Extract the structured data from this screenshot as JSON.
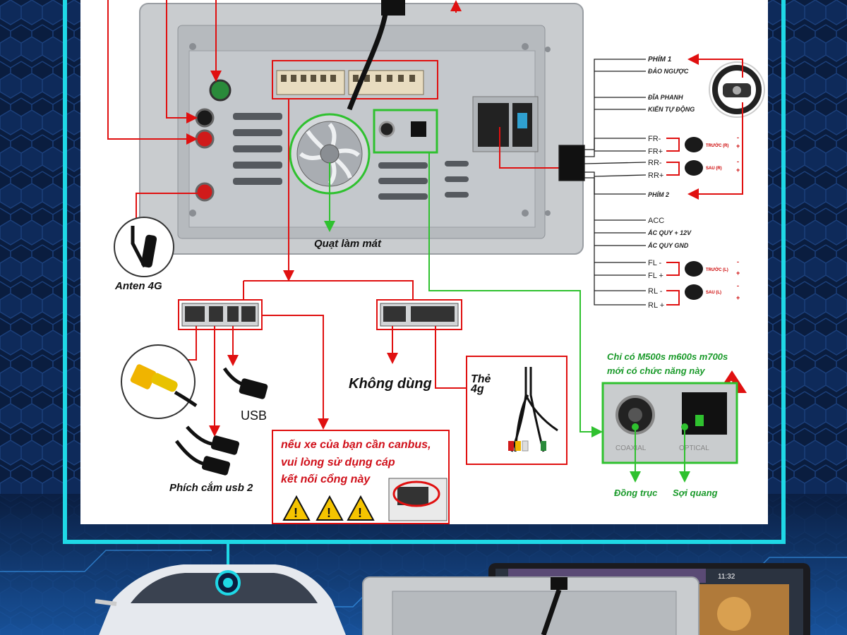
{
  "colors": {
    "panel_bg": "#ffffff",
    "frame_cyan": "#1fd8e6",
    "outer_bg": "#0a1d3f",
    "callout_red": "#e01010",
    "callout_green": "#2fc12f",
    "device_silver": "#c9cccf"
  },
  "labels": {
    "fan": "Quạt làm mát",
    "antenna": "Anten 4G",
    "usb": "USB",
    "usb2": "Phích cắm usb 2",
    "not_used": "Không dùng",
    "sim_line1": "Thẻ",
    "sim_line2": "4g",
    "canbus_note": [
      "nếu xe của bạn cần canbus,",
      "vui lòng sử dụng cáp",
      "kết nối cổng này"
    ],
    "green_note": [
      "Chỉ có M500s m600s m700s",
      "mới có chức năng này"
    ],
    "coax": "Đồng trục",
    "optical": "Sợi quang",
    "port_coax": "COAXIAL",
    "port_optical": "OPTICAL"
  },
  "wiring": {
    "top_group": [
      "PHÍM 1",
      "ĐẢO NGƯỢC",
      "ĐĨA PHANH",
      "KIẾN TỰ ĐỘNG"
    ],
    "front_speakers": [
      "FR-",
      "FR+",
      "RR-",
      "RR+"
    ],
    "key2": "PHÍM 2",
    "power": [
      "ACC",
      "ẮC QUY + 12V",
      "ẮC QUY GND"
    ],
    "rear_speakers": [
      "FL -",
      "FL +",
      "RL -",
      "RL +"
    ],
    "speaker_labels": [
      "TRƯỚC (R)",
      "SAU (R)",
      "TRƯỚC (L)",
      "SAU (L)"
    ],
    "polarity": [
      "-",
      "+"
    ]
  },
  "icons": [
    "warning-icon",
    "steering-wheel-icon",
    "speaker-icon",
    "rca-plug-icon",
    "usb-plug-icon",
    "antenna-icon",
    "fan-icon",
    "car-icon"
  ],
  "screen": {
    "time": "11:32"
  }
}
